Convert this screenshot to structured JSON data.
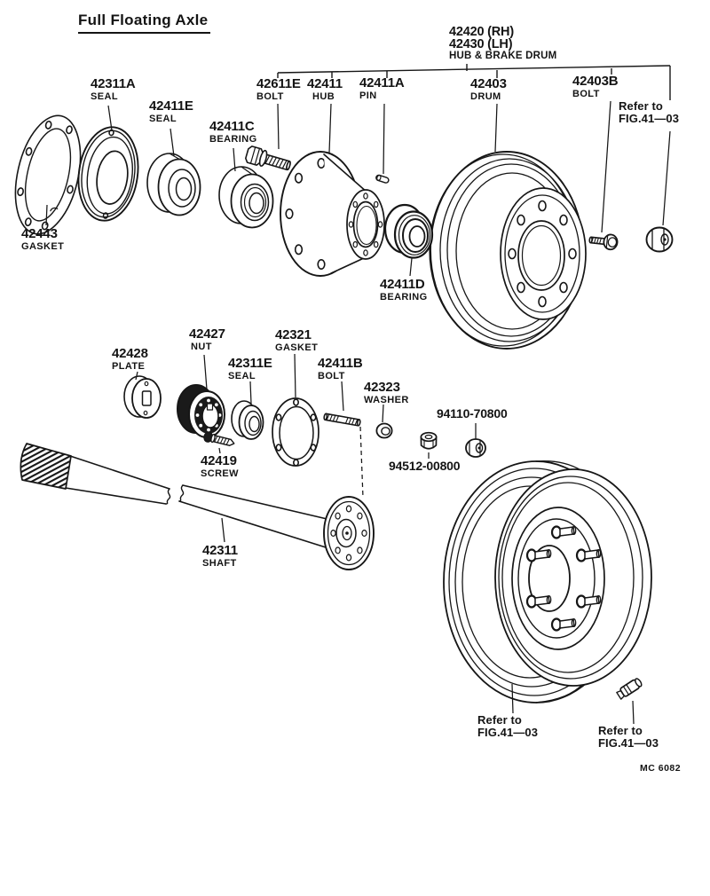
{
  "title": "Full Floating Axle",
  "footer_code": "MC 6082",
  "colors": {
    "ink": "#161616",
    "paper": "#ffffff"
  },
  "assembly": {
    "code_rh": "42420 (RH)",
    "code_lh": "42430 (LH)",
    "name": "HUB & BRAKE DRUM"
  },
  "refer_note": {
    "line1": "Refer to",
    "line2": "FIG.41—03"
  },
  "parts": {
    "p42311A": {
      "code": "42311A",
      "name": "SEAL"
    },
    "p42411E": {
      "code": "42411E",
      "name": "SEAL"
    },
    "p42411C": {
      "code": "42411C",
      "name": "BEARING"
    },
    "p42611E": {
      "code": "42611E",
      "name": "BOLT"
    },
    "p42411": {
      "code": "42411",
      "name": "HUB"
    },
    "p42411A": {
      "code": "42411A",
      "name": "PIN"
    },
    "p42403": {
      "code": "42403",
      "name": "DRUM"
    },
    "p42403B": {
      "code": "42403B",
      "name": "BOLT"
    },
    "p42443": {
      "code": "42443",
      "name": "GASKET"
    },
    "p42411D": {
      "code": "42411D",
      "name": "BEARING"
    },
    "p42427": {
      "code": "42427",
      "name": "NUT"
    },
    "p42428": {
      "code": "42428",
      "name": "PLATE"
    },
    "p42311E": {
      "code": "42311E",
      "name": "SEAL"
    },
    "p42321": {
      "code": "42321",
      "name": "GASKET"
    },
    "p42411B": {
      "code": "42411B",
      "name": "BOLT"
    },
    "p42323": {
      "code": "42323",
      "name": "WASHER"
    },
    "p94110": {
      "code": "94110-70800"
    },
    "p94512": {
      "code": "94512-00800"
    },
    "p42419": {
      "code": "42419",
      "name": "SCREW"
    },
    "p42311": {
      "code": "42311",
      "name": "SHAFT"
    }
  }
}
